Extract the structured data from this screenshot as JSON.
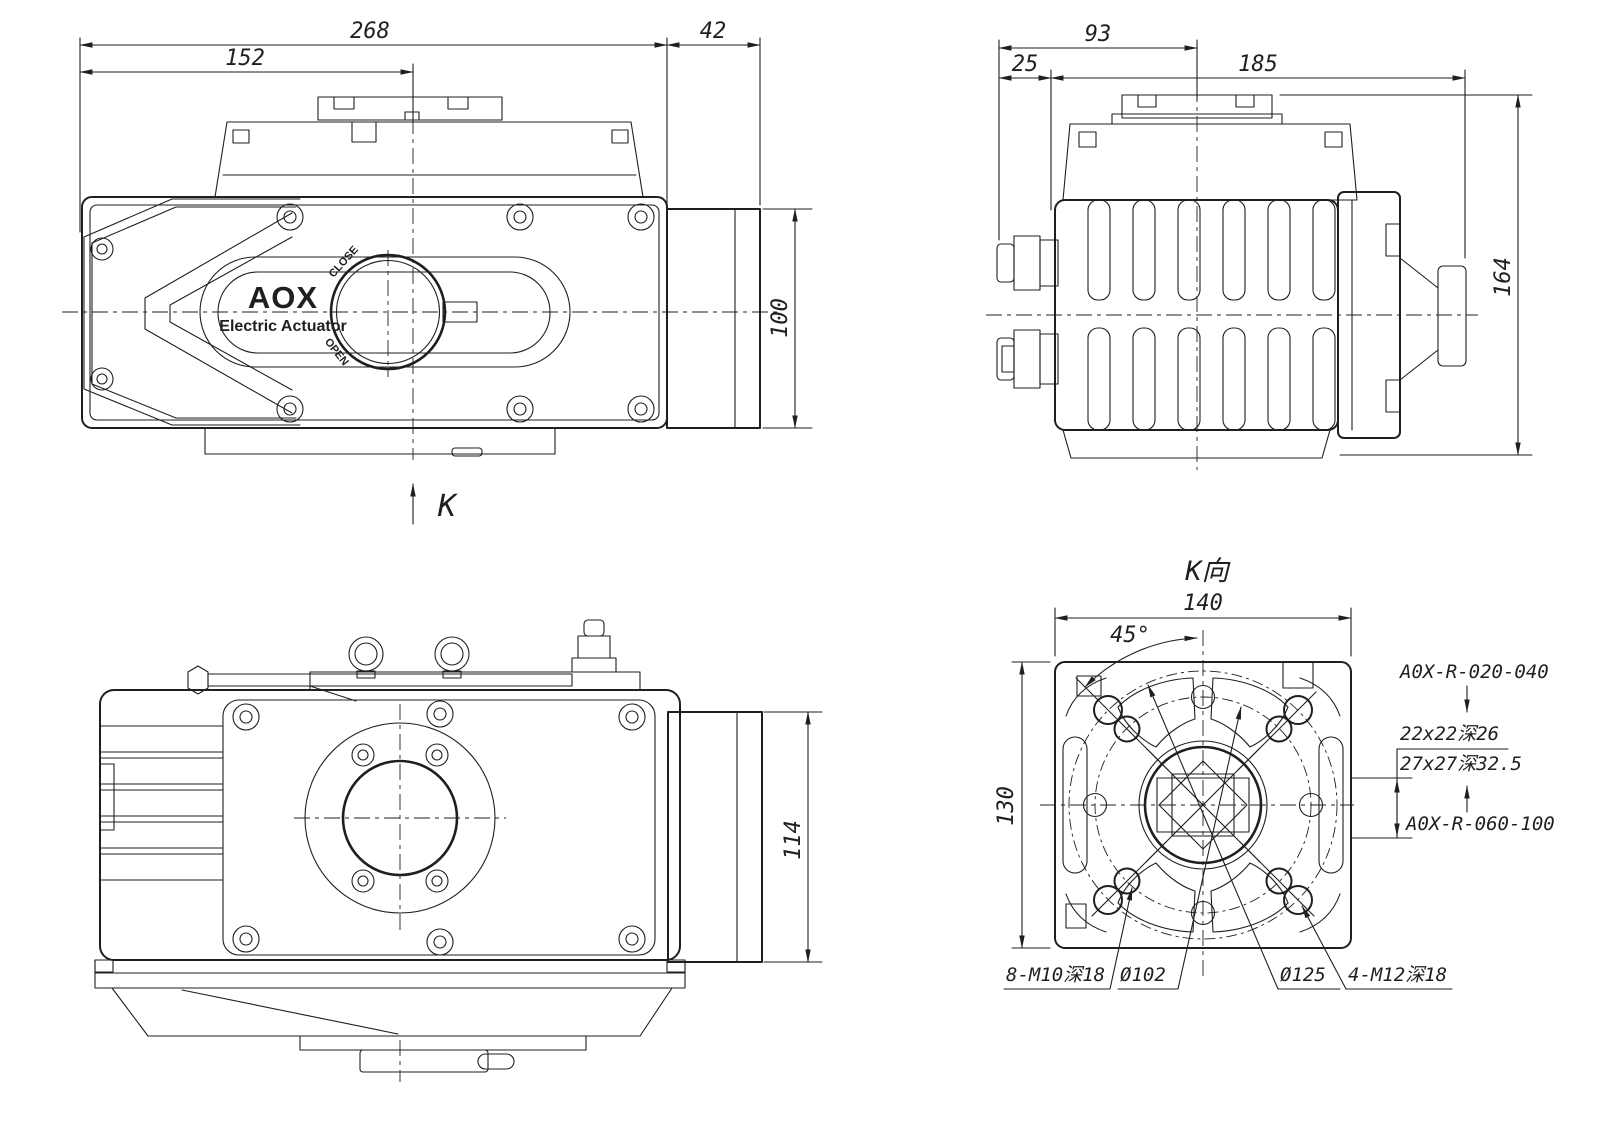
{
  "colors": {
    "ink": "#1f1f1f",
    "background": "#ffffff"
  },
  "views": {
    "front": {
      "dim_width_total": "268",
      "dim_width_to_shaft": "152",
      "dim_width_right_box": "42",
      "dim_height_right_box": "100",
      "brand": "AOX",
      "brand_subtitle": "Electric Actuator",
      "knob_close": "CLOSE",
      "knob_open": "OPEN",
      "view_arrow_label": "K"
    },
    "side": {
      "dim_to_mount_center": "93",
      "dim_gland_offset": "25",
      "dim_body_length": "185",
      "dim_height": "164"
    },
    "bottom": {
      "dim_height_right_box": "114"
    },
    "kview": {
      "title": "K向",
      "dim_width": "140",
      "dim_height": "130",
      "dim_angle": "45°",
      "ann_model_small": "A0X-R-020-040",
      "ann_square_small": "22x22深26",
      "ann_square_large": "27x27深32.5",
      "ann_model_large": "A0X-R-060-100",
      "ann_bolts_m10": "8-M10深18",
      "ann_circle_102": "Ø102",
      "ann_circle_125": "Ø125",
      "ann_bolts_m12": "4-M12深18"
    }
  }
}
